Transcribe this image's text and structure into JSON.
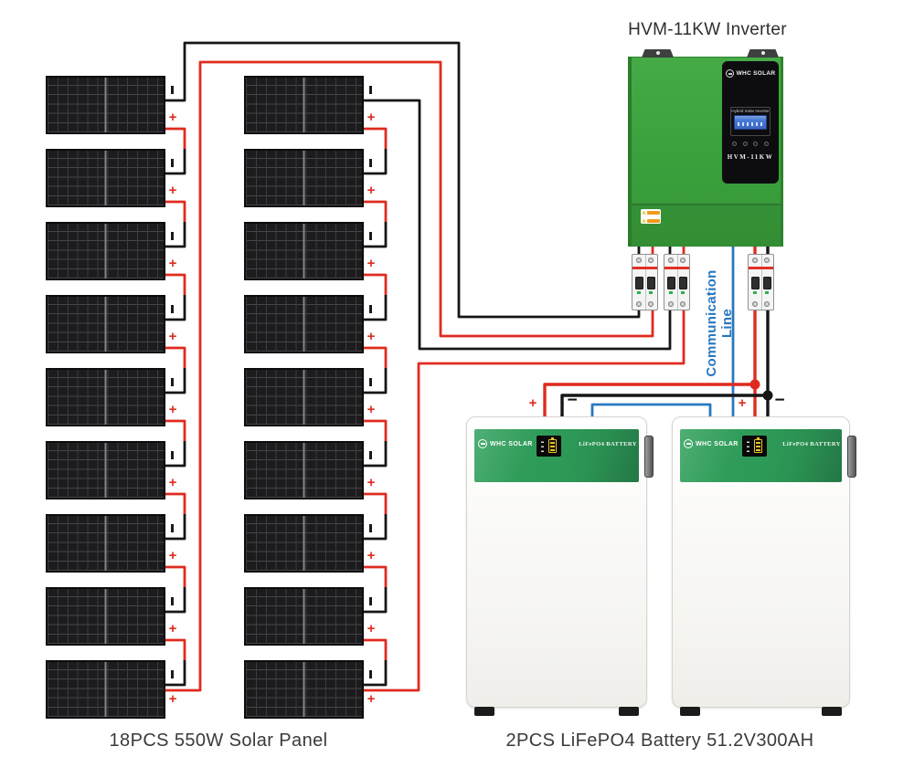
{
  "titles": {
    "inverter": "HVM-11KW Inverter",
    "panels_caption": "18PCS 550W Solar Panel",
    "batteries_caption": "2PCS LiFePO4 Battery 51.2V300AH"
  },
  "inverter": {
    "brand": "WHC SOLAR",
    "display_header": "Hybrid Solar Inverter",
    "model": "HVM-11KW"
  },
  "battery": {
    "brand": "WHC SOLAR",
    "label": "LiFePO4 BATTERY"
  },
  "comm_line": {
    "label": "Communication Line"
  },
  "markers": {
    "plus": "+",
    "minus": "−"
  },
  "wires": {
    "positive_color": "#df2b1f",
    "negative_color": "#161616",
    "comm_color": "#2878c0"
  },
  "colors": {
    "inverter_green": "#3ba23d",
    "battery_band_green": "#2d9957",
    "caption_text": "#3a3a3a"
  },
  "system": {
    "panel_count": 18,
    "panel_rows": 9,
    "panel_columns": 2,
    "breaker_count": 3,
    "battery_count": 2
  }
}
